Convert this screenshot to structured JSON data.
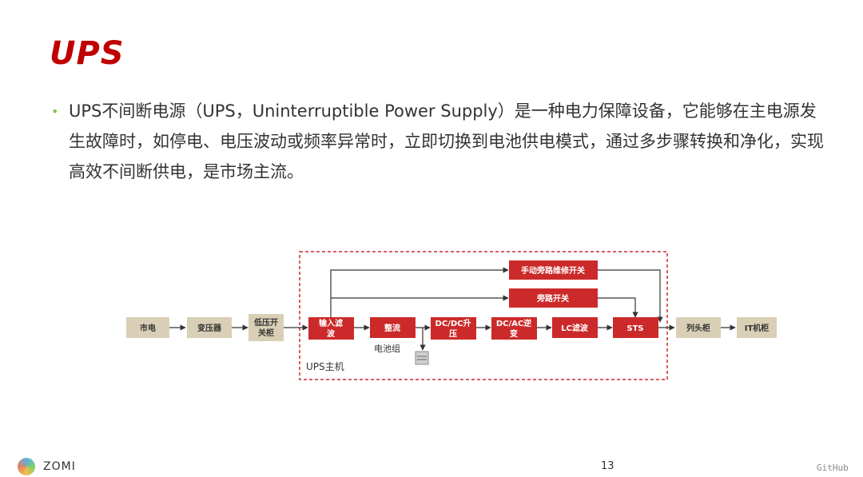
{
  "slide": {
    "title": "UPS",
    "bullet_text": "UPS不间断电源（UPS，Uninterruptible Power Supply）是一种电力保障设备，它能够在主电源发生故障时，如停电、电压波动或频率异常时，立即切换到电池供电模式，通过多步骤转换和净化，实现高效不间断供电，是市场主流。"
  },
  "diagram": {
    "container_label": "UPS主机",
    "battery_label": "电池组",
    "nodes": {
      "mains": "市电",
      "transformer": "变压器",
      "lv_switch_1": "低压开",
      "lv_switch_2": "关柜",
      "input_filter_1": "输入滤",
      "input_filter_2": "波",
      "rectifier": "整流",
      "dcdc_1": "DC/DC升",
      "dcdc_2": "压",
      "inverter_1": "DC/AC逆",
      "inverter_2": "变",
      "lc_filter": "LC滤波",
      "sts": "STS",
      "manual_bypass": "手动旁路维修开关",
      "bypass_switch": "旁路开关",
      "header_cabinet": "列头柜",
      "it_cabinet": "IT机柜"
    },
    "colors": {
      "internal_node": "#cc2a2a",
      "external_node": "#d9cfb6",
      "dashed_border": "#cc2a2a"
    }
  },
  "footer": {
    "brand": "ZOMI",
    "page_number": "13",
    "github": "GitHub"
  }
}
